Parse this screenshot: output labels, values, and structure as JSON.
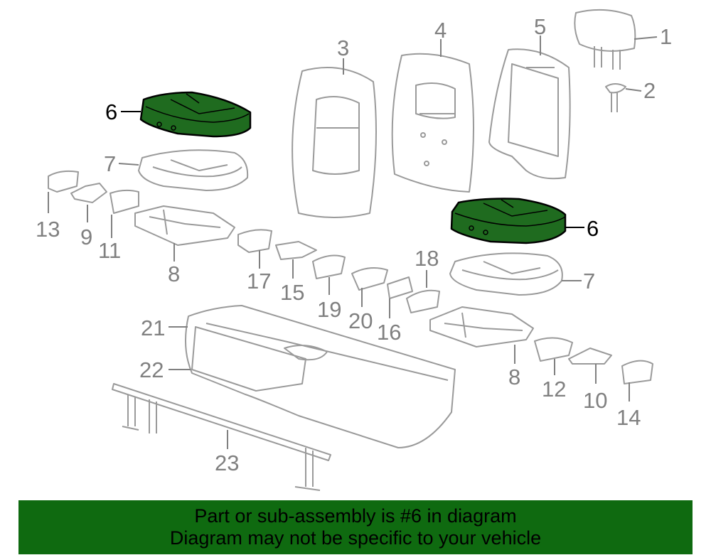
{
  "diagram": {
    "callouts": [
      "1",
      "2",
      "3",
      "4",
      "5",
      "6",
      "6",
      "7",
      "7",
      "8",
      "8",
      "9",
      "10",
      "11",
      "12",
      "13",
      "14",
      "15",
      "16",
      "17",
      "18",
      "19",
      "20",
      "21",
      "22",
      "23"
    ],
    "highlighted_part": "6",
    "highlight_color": "#1f6b1f"
  },
  "banner": {
    "line1": "Part or sub-assembly is #6 in diagram",
    "line2": "Diagram may not be specific to your vehicle",
    "color": "#0f6a10"
  }
}
